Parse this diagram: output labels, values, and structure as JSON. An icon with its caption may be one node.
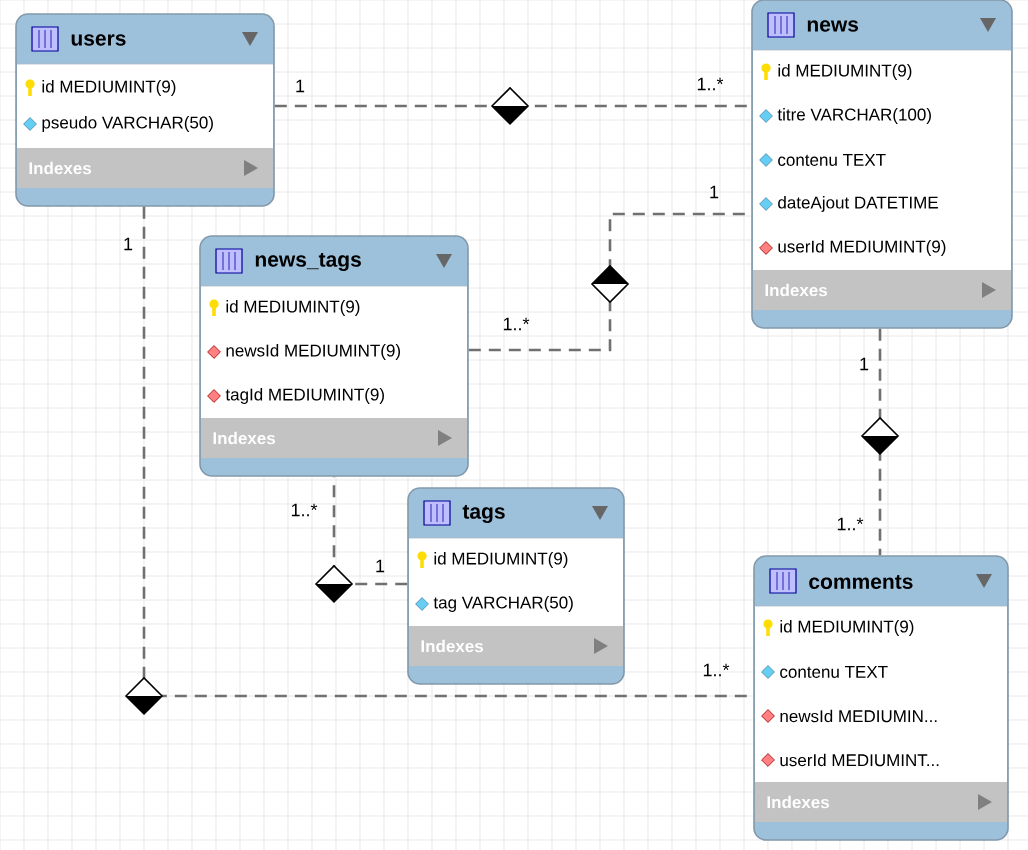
{
  "diagram": {
    "nodes": [
      {
        "text": [
          "users",
          "id MEDIUMINT(9)",
          "pseudo VARCHAR(50)",
          "Indexes"
        ]
      },
      {
        "text": [
          "news",
          "id MEDIUMINT(9)",
          "titre VARCHAR(100)",
          "contenu TEXT",
          "dateAjout DATETIME",
          "userId MEDIUMINT(9)",
          "Indexes"
        ]
      },
      {
        "text": [
          "news_tags",
          "id MEDIUMINT(9)",
          "newsId MEDIUMINT(9)",
          "tagId MEDIUMINT(9)",
          "Indexes"
        ]
      },
      {
        "text": [
          "tags",
          "id MEDIUMINT(9)",
          "tag VARCHAR(50)",
          "Indexes"
        ]
      },
      {
        "text": [
          "comments",
          "id MEDIUMINT(9)",
          "contenu TEXT",
          "newsId MEDIUMIN...",
          "userId MEDIUMINT...",
          "Indexes"
        ]
      }
    ],
    "edges": [
      {
        "from": 0,
        "to": 1,
        "arrow": "none"
      },
      {
        "from": 2,
        "to": 1,
        "arrow": "to"
      },
      {
        "from": 1,
        "to": 4,
        "arrow": "to"
      },
      {
        "from": 3,
        "to": 2,
        "arrow": "none"
      },
      {
        "from": 0,
        "to": 4,
        "arrow": "none"
      }
    ],
    "labels": [
      "1",
      "1..*",
      "1",
      "1",
      "1..*",
      "1",
      "1..*",
      "1..*",
      "1",
      "1..*"
    ]
  }
}
